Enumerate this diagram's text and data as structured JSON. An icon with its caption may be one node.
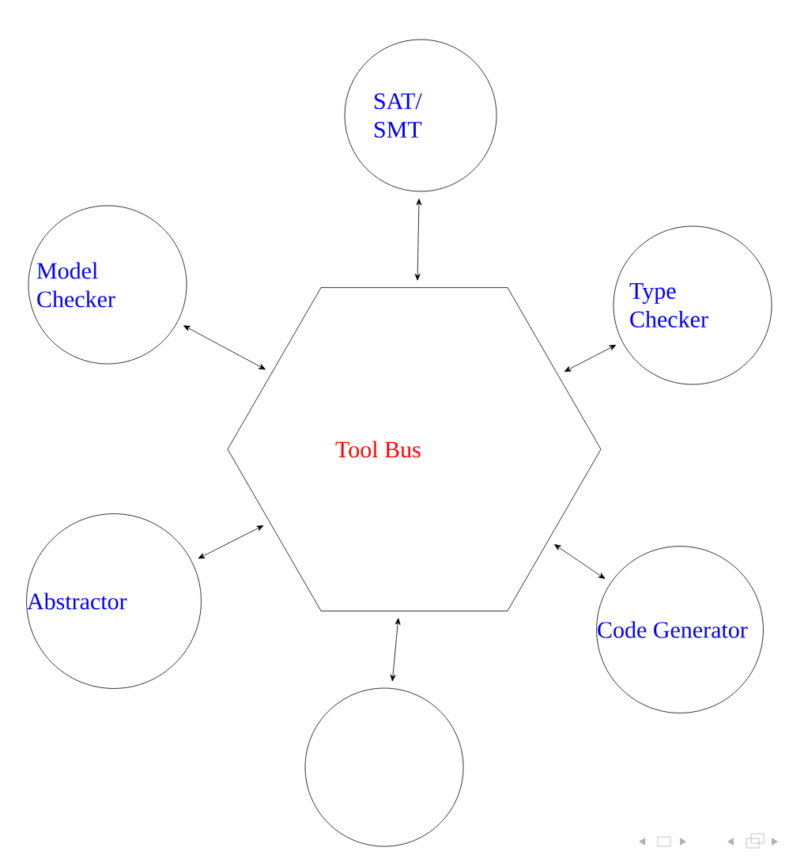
{
  "diagram": {
    "nodes": [
      {
        "text": [
          "Tool Bus"
        ]
      },
      {
        "text": [
          "SAT/ SMT"
        ]
      },
      {
        "text": [
          "Model Checker"
        ]
      },
      {
        "text": [
          "Type Checker"
        ]
      },
      {
        "text": [
          "Abstractor"
        ]
      },
      {
        "text": [
          "Code Generator"
        ]
      },
      {
        "text": [],
        "shape": "circle"
      }
    ],
    "edges": [
      {
        "from": 1,
        "to": 0,
        "arrow": "both"
      },
      {
        "from": 2,
        "to": 0,
        "arrow": "both"
      },
      {
        "from": 3,
        "to": 0,
        "arrow": "both"
      },
      {
        "from": 4,
        "to": 0,
        "arrow": "both"
      },
      {
        "from": 5,
        "to": 0,
        "arrow": "both"
      },
      {
        "from": 6,
        "to": 0,
        "arrow": "both"
      }
    ]
  }
}
